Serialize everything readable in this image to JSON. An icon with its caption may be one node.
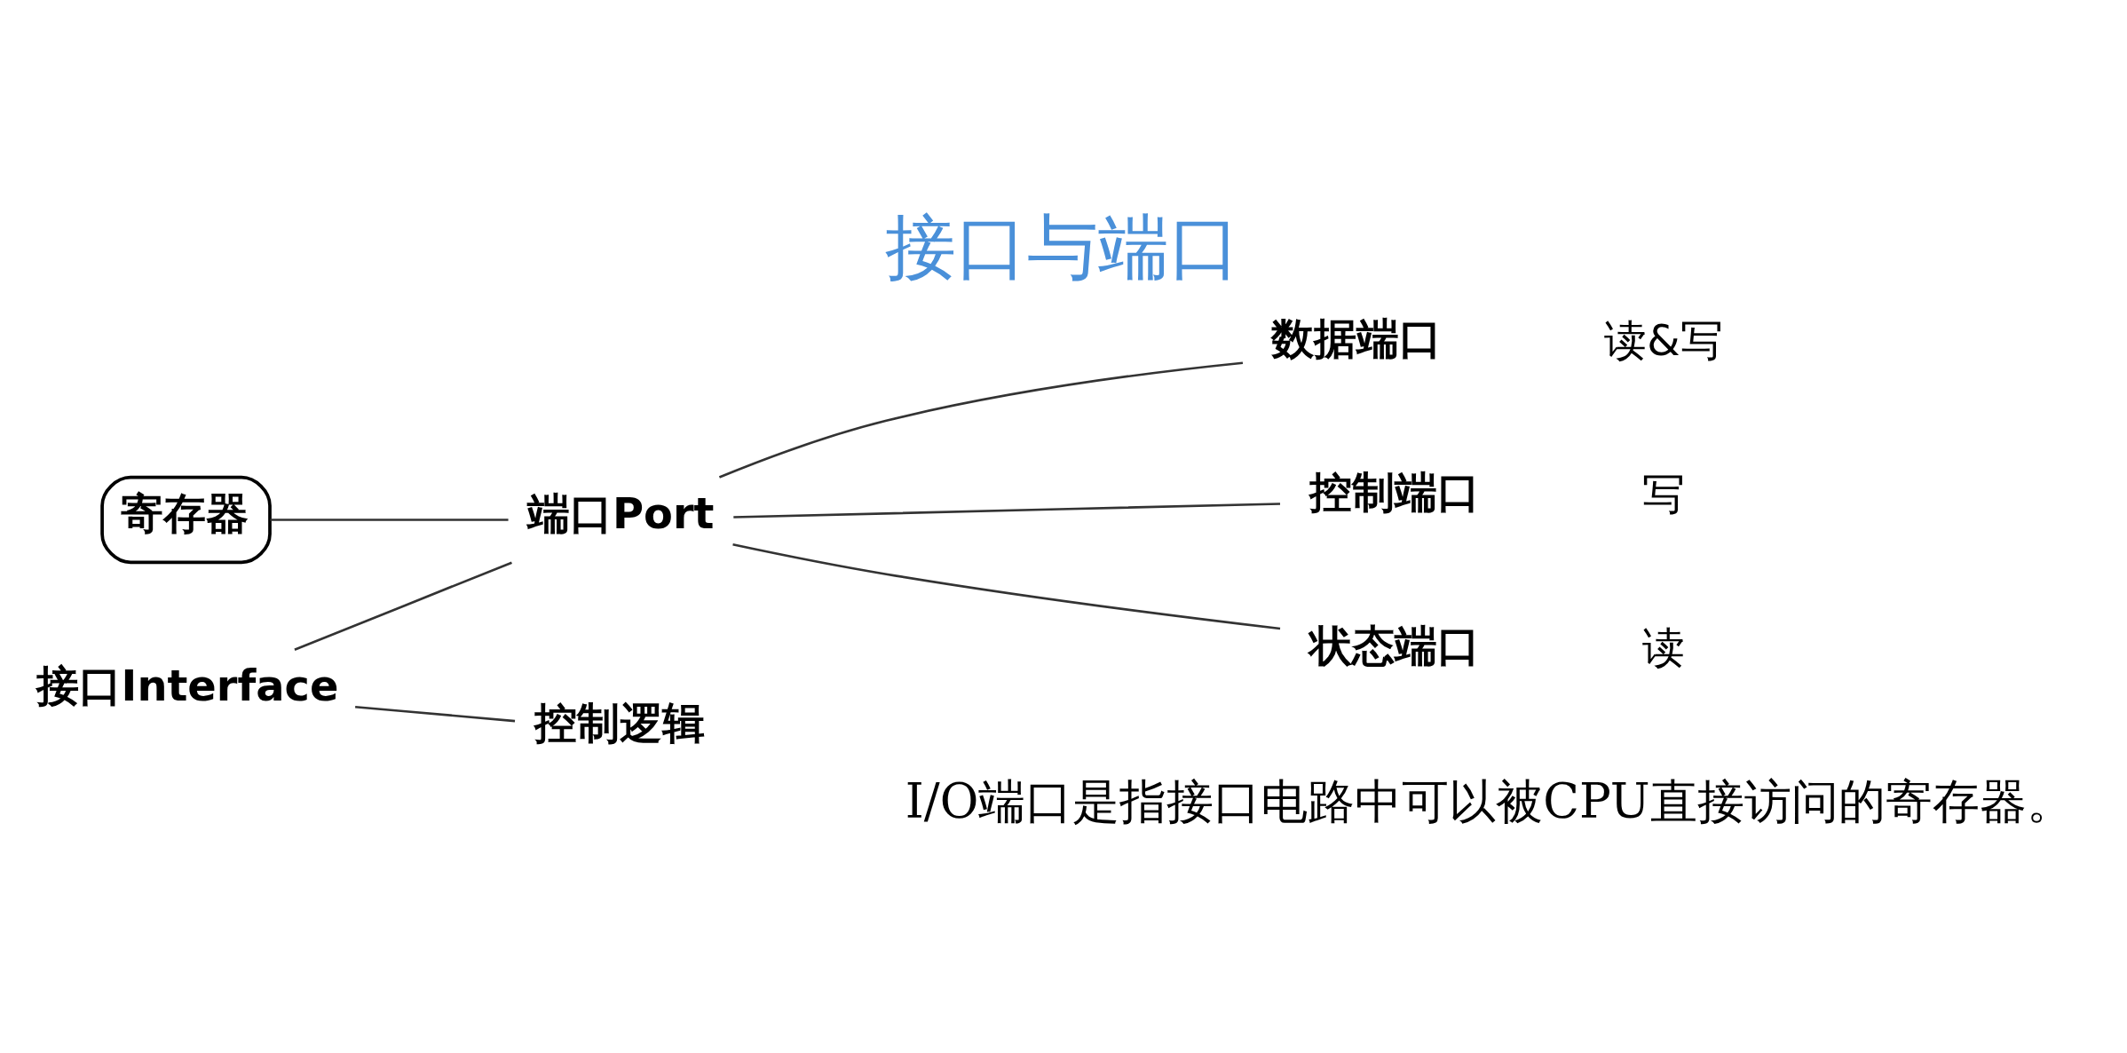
{
  "diagram": {
    "title": "接口与端口",
    "caption": "I/O端口是指接口电路中可以被CPU直接访问的寄存器。",
    "nodes": [
      {
        "text": [
          "寄存器"
        ]
      },
      {
        "text": [
          "接口Interface"
        ]
      },
      {
        "text": [
          "端口Port"
        ]
      },
      {
        "text": [
          "控制逻辑"
        ]
      },
      {
        "text": [
          "数据端口"
        ],
        "beside": [
          "读&写"
        ]
      },
      {
        "text": [
          "控制端口"
        ],
        "beside": [
          "写"
        ]
      },
      {
        "text": [
          "状态端口"
        ],
        "beside": [
          "读"
        ]
      }
    ],
    "edges": [
      {
        "from": 0,
        "to": 2,
        "arrow": "none"
      },
      {
        "from": 1,
        "to": 2,
        "arrow": "none"
      },
      {
        "from": 1,
        "to": 3,
        "arrow": "none"
      },
      {
        "from": 2,
        "to": 4,
        "arrow": "none"
      },
      {
        "from": 2,
        "to": 5,
        "arrow": "none"
      },
      {
        "from": 2,
        "to": 6,
        "arrow": "none"
      }
    ]
  }
}
